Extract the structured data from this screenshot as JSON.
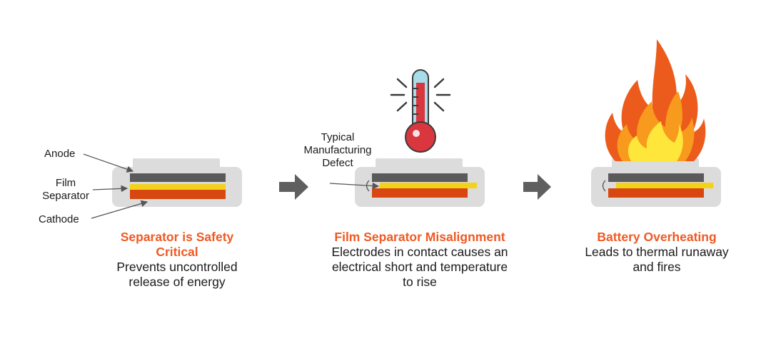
{
  "labels": {
    "anode": "Anode",
    "film_separator": "Film\nSeparator",
    "cathode": "Cathode",
    "defect": "Typical\nManufacturing\nDefect"
  },
  "steps": [
    {
      "title": "Separator is Safety\nCritical",
      "description": "Prevents uncontrolled\nrelease of energy"
    },
    {
      "title": "Film Separator Misalignment",
      "description": "Electrodes in contact causes an\nelectrical short and temperature\nto rise"
    },
    {
      "title": "Battery Overheating",
      "description": "Leads to thermal runaway\nand fires"
    }
  ],
  "icons": [
    "battery-cell-icon",
    "arrow-right-icon",
    "thermometer-icon",
    "fire-icon"
  ],
  "colors": {
    "casing": "#dcdcdc",
    "anode": "#5a5a5a",
    "separator": "#f4d21a",
    "cathode": "#d8470f",
    "title": "#ee5a24",
    "arrow": "#5f5f5f",
    "thermometer": "#d9363e",
    "flame_outer": "#ec5a1c",
    "flame_inner": "#ffe63a"
  }
}
